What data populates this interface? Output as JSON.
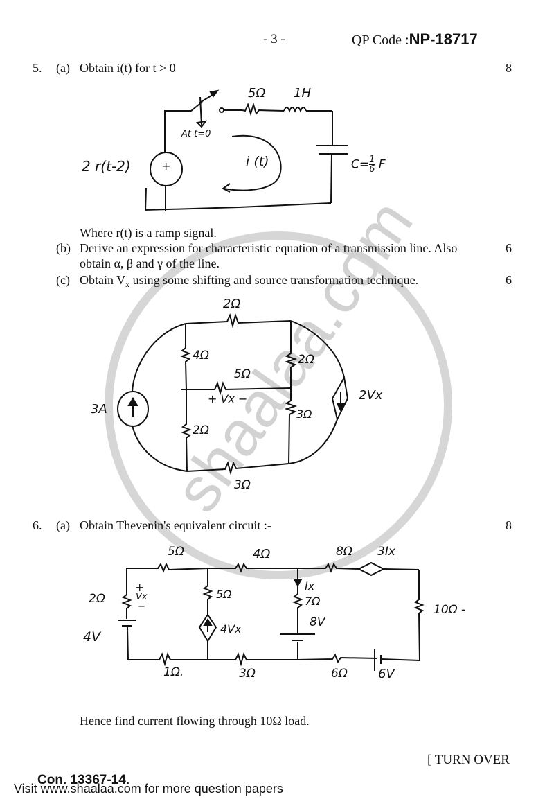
{
  "header": {
    "page_number": "- 3 -",
    "qp_code_label": "QP Code :",
    "qp_code_value": "NP-18717"
  },
  "watermark": {
    "text": "shaalaa.com",
    "color": "#d2d2d2"
  },
  "questions": [
    {
      "number": "5.",
      "parts": [
        {
          "label": "(a)",
          "text": "Obtain i(t) for t > 0",
          "marks": "8",
          "note": "Where r(t) is a ramp signal.",
          "circuit": {
            "source": "2 r(t-2)",
            "source_sign": "+",
            "switch_label": "At t=0",
            "resistor": "5Ω",
            "inductor": "1H",
            "capacitor": "C = 1/6 F",
            "cap_prefix": "C=",
            "cap_num": "1",
            "cap_den": "6",
            "cap_unit": "F",
            "loop_current": "i (t)"
          }
        },
        {
          "label": "(b)",
          "text_line1": "Derive an expression for characteristic equation of a transmission line. Also",
          "text_line2": "obtain α, β and γ of the line.",
          "marks": "6"
        },
        {
          "label": "(c)",
          "text_pre": "Obtain V",
          "text_sub": "x",
          "text_post": " using some shifting and source transformation technique.",
          "marks": "6",
          "circuit": {
            "current_source": "3A",
            "top_resistor": "2Ω",
            "left_upper_resistor": "4Ω",
            "right_upper_resistor": "2Ω",
            "middle_resistor": "5Ω",
            "vx_label": "+ Vx −",
            "left_lower_resistor": "2Ω",
            "right_lower_resistor": "3Ω",
            "bottom_resistor": "3Ω",
            "dependent_source": "2Vx"
          }
        }
      ]
    },
    {
      "number": "6.",
      "parts": [
        {
          "label": "(a)",
          "text": "Obtain Thevenin's equivalent circuit :-",
          "marks": "8",
          "circuit": {
            "top_r1": "5Ω",
            "top_r2": "4Ω",
            "top_r3": "8Ω",
            "dep_vsource": "3Ix",
            "left_r": "2Ω",
            "vx_plus": "+",
            "vx_label": "Vx",
            "vx_minus": "−",
            "left_battery": "4V",
            "mid_r": "5Ω",
            "dep_isource": "4Vx",
            "ix_label": "Ix",
            "branch_r": "7Ω",
            "branch_battery": "8V",
            "load_r": "10Ω -",
            "bottom_r1": "1Ω.",
            "bottom_r2": "3Ω",
            "bottom_r3": "6Ω",
            "bottom_battery": "6V"
          },
          "followup": "Hence find current flowing through 10Ω load."
        }
      ]
    }
  ],
  "footer": {
    "turn_over": "[ TURN OVER",
    "con_code": "Con. 13367-14.",
    "visit_text": "Visit www.shaalaa.com for more question papers"
  }
}
